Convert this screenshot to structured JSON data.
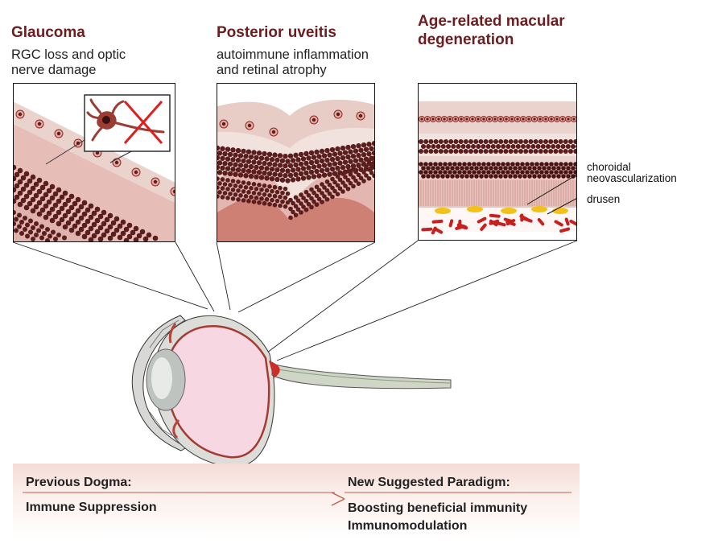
{
  "panels": [
    {
      "title": "Glaucoma",
      "subtitle_lines": [
        "RGC loss and optic",
        "nerve damage"
      ]
    },
    {
      "title": "Posterior uveitis",
      "subtitle_lines": [
        "autoimmune inflammation",
        "and retinal atrophy"
      ]
    },
    {
      "title_lines": [
        "Age-related macular",
        "degeneration"
      ]
    }
  ],
  "labels": {
    "cnv_lines": [
      "choroidal",
      "neovascularization"
    ],
    "drusen": "drusen"
  },
  "paradigm": {
    "previous_heading": "Previous Dogma:",
    "previous_item": "Immune Suppression",
    "new_heading": "New Suggested Paradigm:",
    "new_items": [
      "Boosting beneficial immunity",
      "Immunomodulation"
    ]
  },
  "icons": {
    "rgc_cell": "neuron-cell-icon",
    "cross": "red-x-icon",
    "arrow": "right-arrow-icon"
  },
  "colors": {
    "title": "#6b1d1f",
    "retina_pink": "#e9c2bd",
    "nucleus_dark": "#5a1e1e",
    "vessel_red": "#c8201e",
    "drusen_yellow": "#f2c21a",
    "eye_pink": "#f6d7e2",
    "arrow": "#c0604f"
  }
}
